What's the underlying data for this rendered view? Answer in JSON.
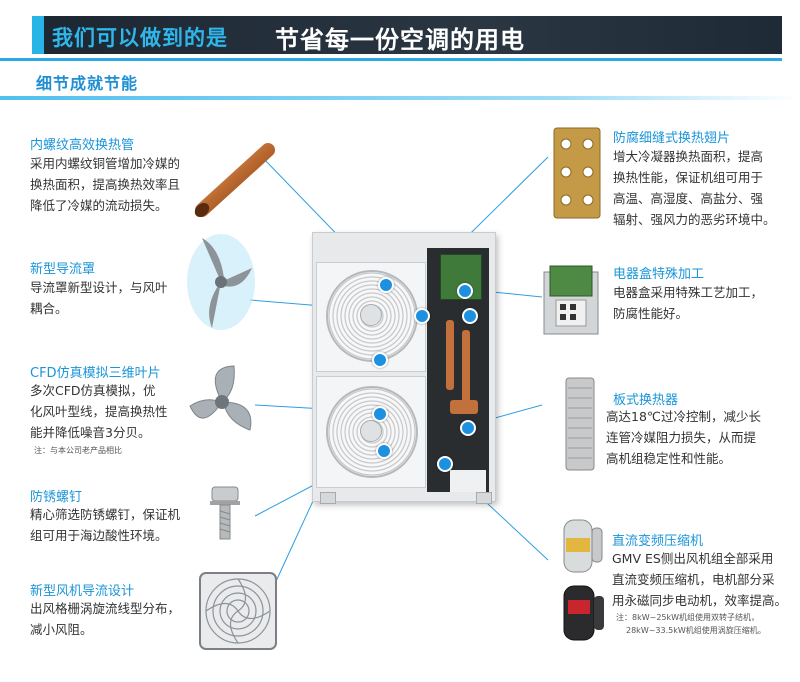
{
  "header": {
    "left_title": "我们可以做到的是",
    "right_title": "节省每一份空调的用电"
  },
  "subtitle": "细节成就节能",
  "features_left": [
    {
      "title": "内螺纹高效换热管",
      "lines": [
        "采用内螺纹铜管增加冷媒的",
        "换热面积，提高换热效率且",
        "降低了冷媒的流动损失。"
      ]
    },
    {
      "title": "新型导流罩",
      "lines": [
        "导流罩新型设计，与风叶",
        "耦合。"
      ]
    },
    {
      "title": "CFD仿真模拟三维叶片",
      "lines": [
        "多次CFD仿真模拟，优",
        "化风叶型线，提高换热性",
        "能并降低噪音3分贝。"
      ],
      "note": "注：与本公司老产品相比"
    },
    {
      "title": "防锈螺钉",
      "lines": [
        "精心筛选防锈螺钉，保证机",
        "组可用于海边酸性环境。"
      ]
    },
    {
      "title": "新型风机导流设计",
      "lines": [
        "出风格栅涡旋流线型分布，",
        "减小风阻。"
      ]
    }
  ],
  "features_right": [
    {
      "title": "防腐细缝式换热翅片",
      "lines": [
        "增大冷凝器换热面积，提高",
        "换热性能，保证机组可用于",
        "高温、高湿度、高盐分、强",
        "辐射、强风力的恶劣环境中。"
      ]
    },
    {
      "title": "电器盒特殊加工",
      "lines": [
        "电器盒采用特殊工艺加工，",
        "防腐性能好。"
      ]
    },
    {
      "title": "板式换热器",
      "lines": [
        "高达18℃过冷控制，减少长",
        "连管冷媒阻力损失，从而提",
        "高机组稳定性和性能。"
      ]
    },
    {
      "title": "直流变频压缩机",
      "lines": [
        "GMV ES侧出风机组全部采用",
        "直流变频压缩机，电机部分采",
        "用永磁同步电动机，效率提高。"
      ],
      "notes": [
        "注：8kW~25kW机组使用双转子结机，",
        "28kW~33.5kW机组使用涡旋压缩机。"
      ]
    }
  ],
  "colors": {
    "banner": "#1c2732",
    "accent": "#2aa9e4",
    "title_blue": "#1a95d8",
    "callout_line": "#2d9fe0"
  },
  "icons": [
    "copper-tube-icon",
    "fan-shroud-icon",
    "fan-blade-icon",
    "screw-icon",
    "grille-icon",
    "fin-plate-icon",
    "electrical-box-icon",
    "plate-heat-exchanger-icon",
    "compressor-icon"
  ]
}
